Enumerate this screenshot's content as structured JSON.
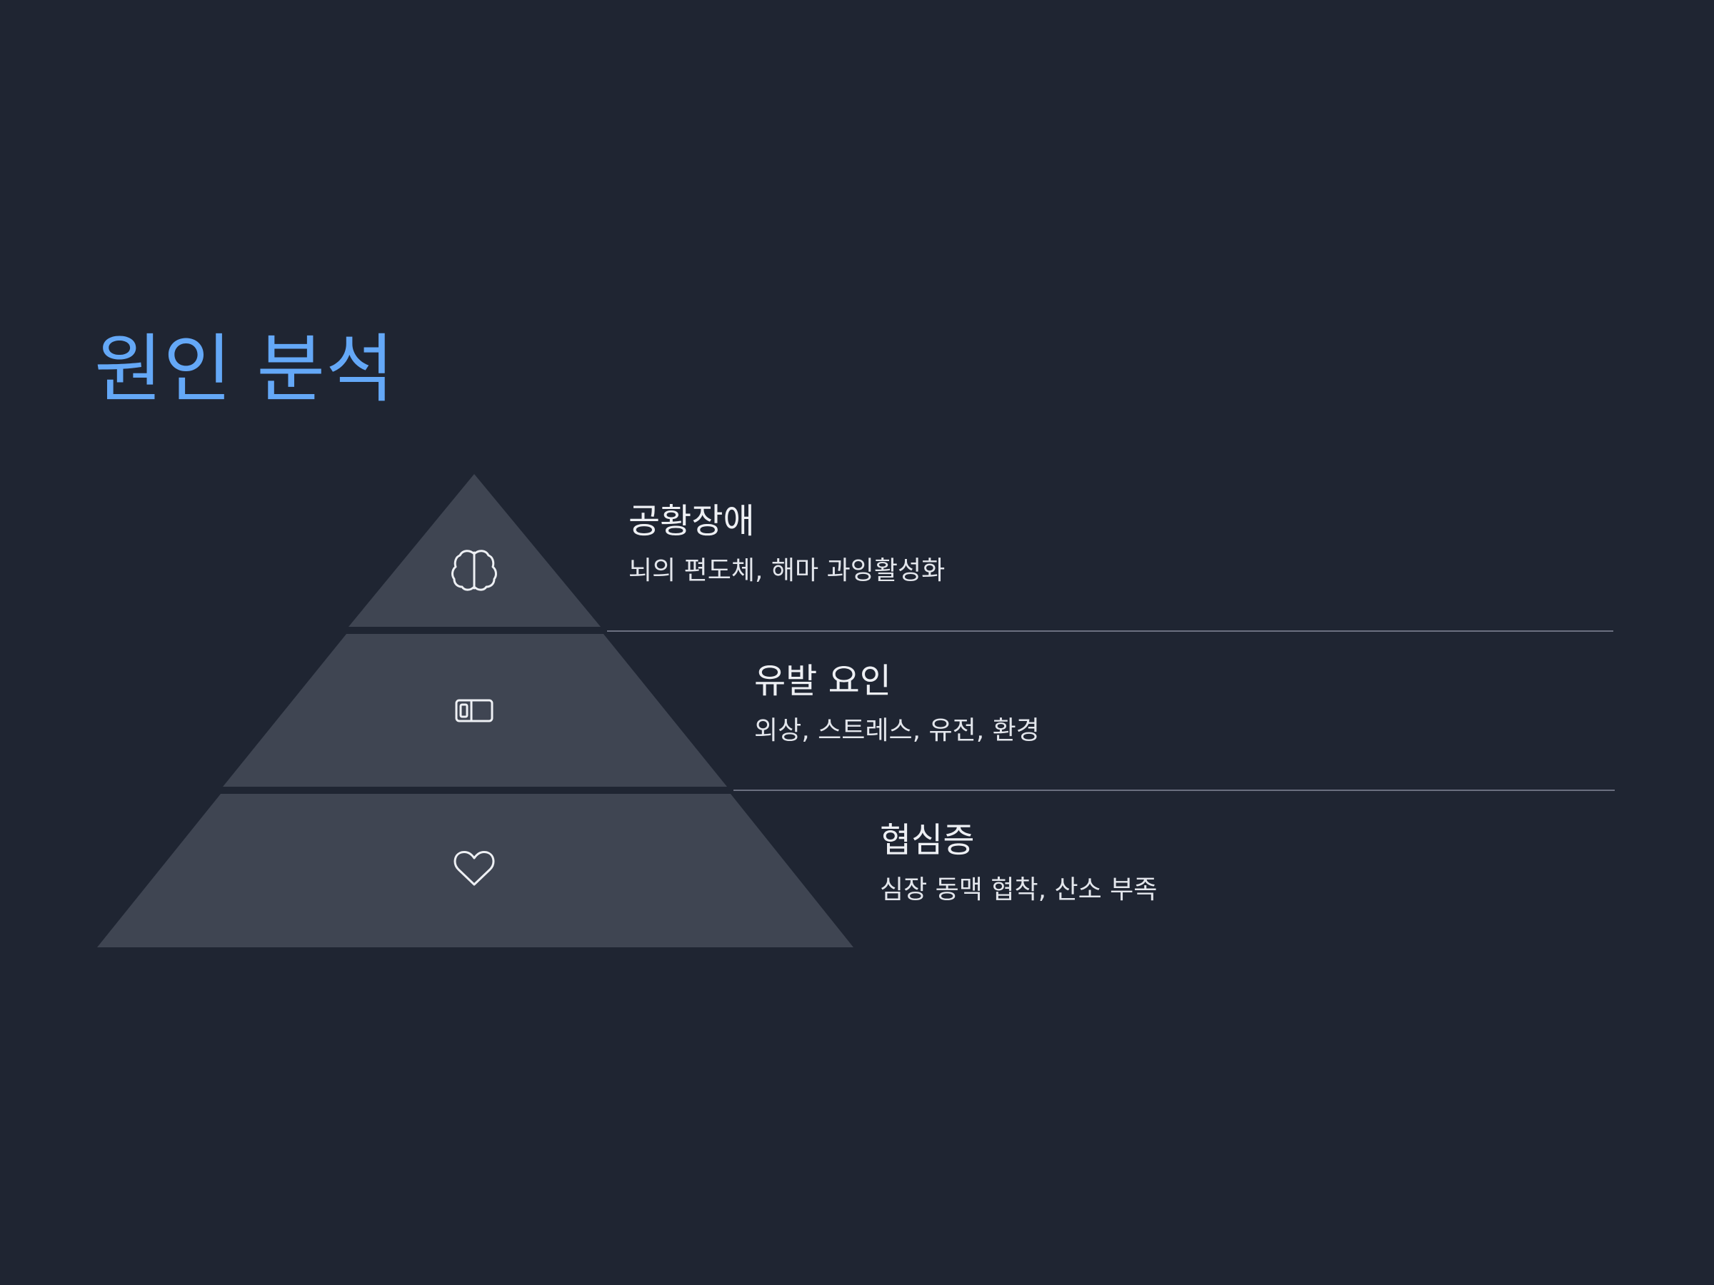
{
  "title": "원인 분석",
  "colors": {
    "background": "#1f2532",
    "title": "#64a8f7",
    "tier_fill": "#3f4552",
    "separator": "#6b7080",
    "text": "#eef0f4"
  },
  "tiers": [
    {
      "heading": "공황장애",
      "description": "뇌의 편도체, 해마 과잉활성화",
      "icon": "brain-icon"
    },
    {
      "heading": "유발 요인",
      "description": "외상, 스트레스, 유전, 환경",
      "icon": "switch-icon"
    },
    {
      "heading": "협심증",
      "description": "심장 동맥 협착, 산소 부족",
      "icon": "heart-icon"
    }
  ]
}
